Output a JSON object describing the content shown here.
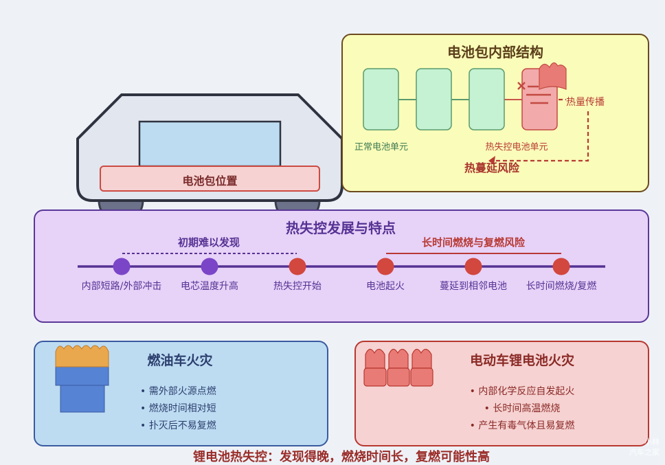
{
  "car": {
    "battery_label": "电池包位置"
  },
  "pack_structure": {
    "title": "电池包内部结构",
    "normal_cell_label": "正常电池单元",
    "runaway_cell_label": "热失控电池单元",
    "heat_transfer_label": "热量传播",
    "propagation_risk_label": "热蔓延风险"
  },
  "timeline": {
    "title": "热失控发展与特点",
    "phase_early": "初期难以发现",
    "phase_late": "长时间燃烧与复燃风险",
    "events": [
      {
        "label": "内部短路/外部冲击",
        "status": "early"
      },
      {
        "label": "电芯温度升高",
        "status": "early"
      },
      {
        "label": "热失控开始",
        "status": "critical"
      },
      {
        "label": "电池起火",
        "status": "critical"
      },
      {
        "label": "蔓延到相邻电池",
        "status": "critical"
      },
      {
        "label": "长时间燃烧/复燃",
        "status": "critical"
      }
    ]
  },
  "fuel_fire": {
    "title": "燃油车火灾",
    "bullets": [
      "• 需外部火源点燃",
      "• 燃烧时间相对短",
      "• 扑灭后不易复燃"
    ]
  },
  "ev_fire": {
    "title": "电动车锂电池火灾",
    "bullets": [
      "• 内部化学反应自发起火",
      "• 长时间高温燃烧",
      "• 产生有毒气体且易复燃"
    ]
  },
  "summary": "锂电池热失控：发现得晚，燃烧时间长，复燃可能性高",
  "watermark": {
    "line1": "小林",
    "line2": "汽车之家"
  },
  "colors": {
    "early": "#7b45c8",
    "critical": "#d2473e",
    "purple_border": "#5b3798",
    "yellow_border": "#6b4a1e",
    "blue_border": "#3a5aa0",
    "red_border": "#b8372f"
  }
}
